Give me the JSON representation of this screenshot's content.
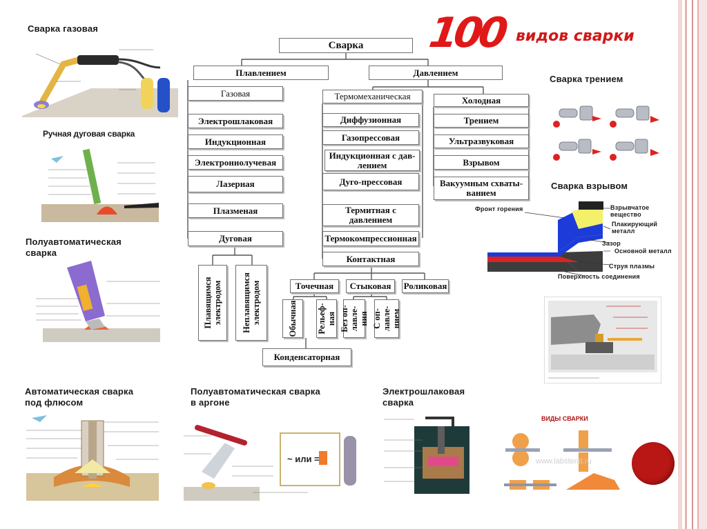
{
  "brand": {
    "number": "100",
    "text": "видов сварки"
  },
  "labels": {
    "gas": "Сварка газовая",
    "manual_arc": "Ручная дуговая сварка",
    "semi_auto": "Полуавтоматическая\nсварка",
    "auto_flux": "Автоматическая сварка\nпод флюсом",
    "semi_auto_argon": "Полуавтоматическая сварка\nв аргоне",
    "electroslag": "Электрошлаковая\nсварка",
    "friction": "Сварка трением",
    "explosion": "Сварка взрывом"
  },
  "diagram": {
    "root": "Сварка",
    "melting": "Плавлением",
    "pressure": "Давлением",
    "melting_items": [
      "Газовая",
      "Электрошлаковая",
      "Индукционная",
      "Электроннолучевая",
      "Лазерная",
      "Плазменая",
      "Дуговая"
    ],
    "arc_children": [
      "Плавящимся\nэлектродом",
      "Неплавящимся\nэлектродом"
    ],
    "thermo_mech": "Термомеханическая",
    "thermo_mech_items": [
      "Диффузионная",
      "Газопрессовая",
      "Индукционная с дав-\nлением",
      "Дуго-прессовая",
      "Термитная с\nдавлением",
      "Термокомпрессионная",
      "Контактная"
    ],
    "cold": "Холодная",
    "cold_items": [
      "Трением",
      "Ультразвуковая",
      "Взрывом",
      "Вакуумным схваты-\nванием"
    ],
    "contact_children": [
      "Точечная",
      "Стыковая",
      "Роликовая"
    ],
    "spot_children": [
      "Обычная",
      "Рельеф-\nная"
    ],
    "butt_children": [
      "Без оп-\nлавле-\nния",
      "С оп-\nлавле-\nнием"
    ],
    "capacitor": "Конденсаторная"
  },
  "explosion_labels": [
    "Фронт горения",
    "Взрывчатое\nвещество",
    "Плакирующий\nметалл",
    "Зазор",
    "Основной металл",
    "Струя плазмы",
    "Поверхность соединения"
  ],
  "colors": {
    "accent": "#e01818",
    "dot": "#b91616",
    "box_border": "#6f6f6f"
  }
}
